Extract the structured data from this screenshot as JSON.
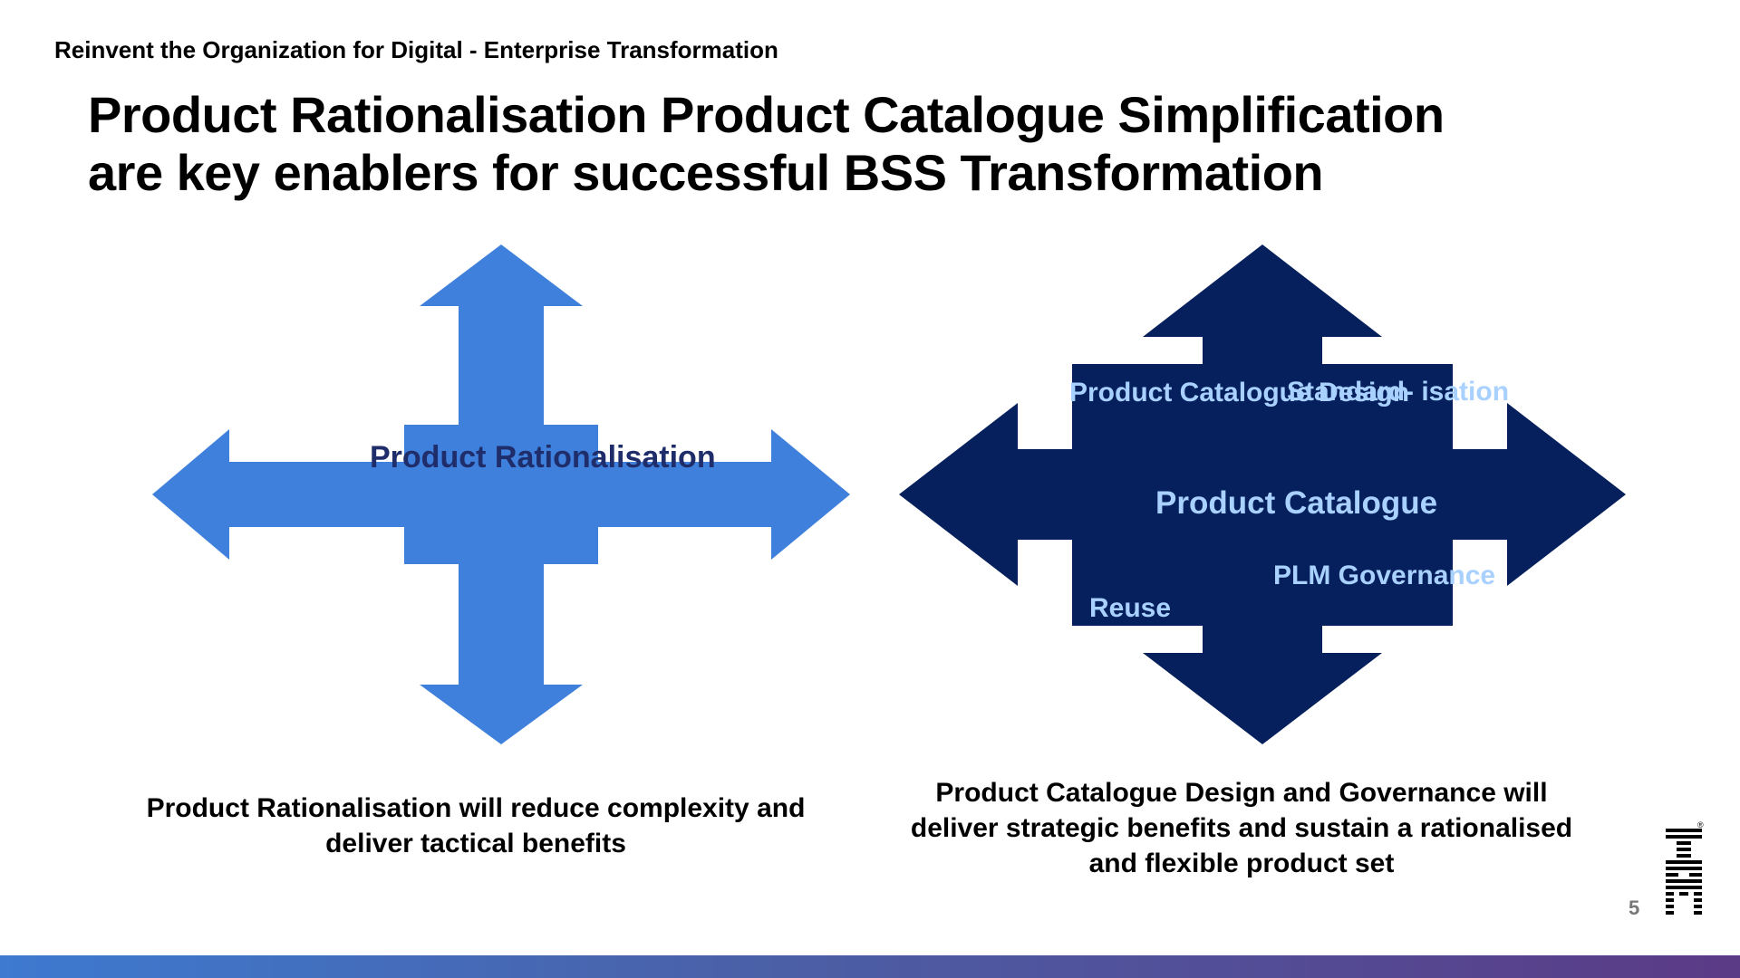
{
  "header": "Reinvent the Organization for Digital - Enterprise Transformation",
  "title": {
    "line1": "Product Rationalisation Product Catalogue Simplification",
    "line2": "are key enablers for successful BSS Transformation"
  },
  "diagram_left": {
    "center_label": "Product Rationalisation",
    "color": "#3f80dc"
  },
  "diagram_right": {
    "center_label": "Product Catalogue",
    "corner_labels": {
      "top_left": "Product Catalogue Design",
      "top_right": "Standard- isation",
      "bottom_left": "Reuse",
      "bottom_right": "PLM Governance"
    },
    "color": "#05205c",
    "label_color": "#a9d1ff"
  },
  "captions": {
    "left": "Product Rationalisation will reduce complexity and deliver tactical benefits",
    "right": "Product Catalogue Design and Governance will deliver strategic benefits and sustain a rationalised and flexible product set"
  },
  "page_number": "5",
  "logo": "IBM",
  "logo_registered": "®"
}
